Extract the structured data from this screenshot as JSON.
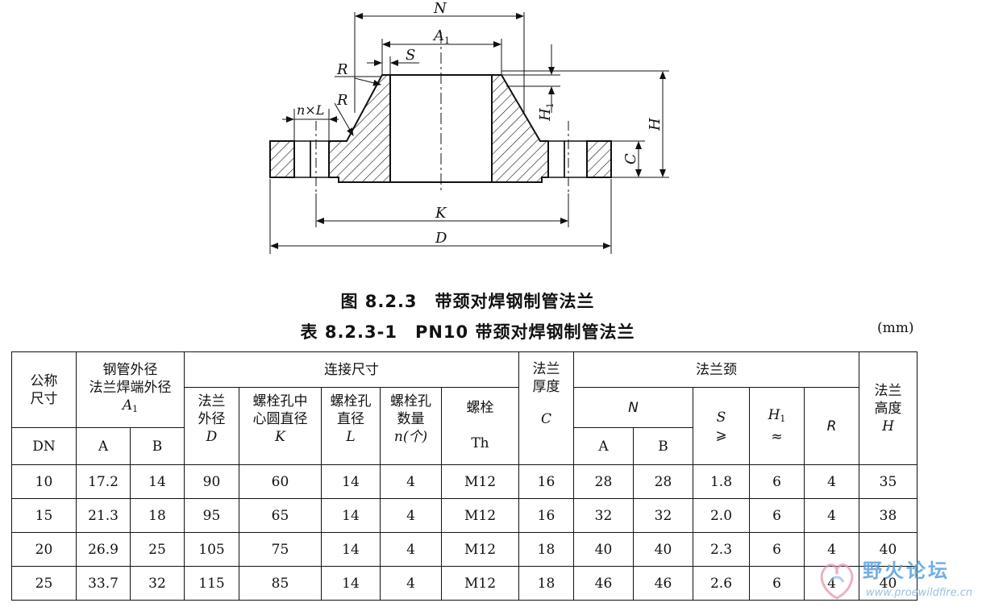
{
  "figure": {
    "caption": "图 8.2.3　带颈对焊钢制管法兰",
    "labels": {
      "N": "N",
      "A1_main": "A",
      "A1_sub": "1",
      "S": "S",
      "R_top": "R",
      "R_low": "R",
      "nxL": "n×L",
      "H1_main": "H",
      "H1_sub": "1",
      "H": "H",
      "C": "C",
      "K": "K",
      "D": "D"
    }
  },
  "table": {
    "caption": "表 8.2.3-1　PN10 带颈对焊钢制管法兰",
    "unit": "(mm)",
    "header": {
      "nominal": "公称\n尺寸",
      "dn": "DN",
      "pipe_od": "钢管外径\n法兰焊端外径",
      "pipe_od_sym": "A",
      "pipe_od_sub": "1",
      "pipe_a": "A",
      "pipe_b": "B",
      "connection": "连接尺寸",
      "flange_od": "法兰\n外径",
      "flange_od_sym": "D",
      "bolt_circle": "螺栓孔中\n心圆直径",
      "bolt_circle_sym": "K",
      "bolt_hole": "螺栓孔\n直径",
      "bolt_hole_sym": "L",
      "bolt_count": "螺栓孔\n数量",
      "bolt_count_sym": "n(个)",
      "bolt": "螺栓",
      "bolt_sym": "Th",
      "thickness": "法兰\n厚度",
      "thickness_sym": "C",
      "neck": "法兰颈",
      "neck_n": "N",
      "neck_a": "A",
      "neck_b": "B",
      "neck_s": "S",
      "neck_s_op": "⩾",
      "neck_h1": "H",
      "neck_h1_sub": "1",
      "neck_h1_op": "≈",
      "neck_r": "R",
      "height": "法兰\n高度",
      "height_sym": "H"
    },
    "rows": [
      [
        "10",
        "17.2",
        "14",
        "90",
        "60",
        "14",
        "4",
        "M12",
        "16",
        "28",
        "28",
        "1.8",
        "6",
        "4",
        "35"
      ],
      [
        "15",
        "21.3",
        "18",
        "95",
        "65",
        "14",
        "4",
        "M12",
        "16",
        "32",
        "32",
        "2.0",
        "6",
        "4",
        "38"
      ],
      [
        "20",
        "26.9",
        "25",
        "105",
        "75",
        "14",
        "4",
        "M12",
        "18",
        "40",
        "40",
        "2.3",
        "6",
        "4",
        "40"
      ],
      [
        "25",
        "33.7",
        "32",
        "115",
        "85",
        "14",
        "4",
        "M12",
        "18",
        "46",
        "46",
        "2.6",
        "6",
        "4",
        "40"
      ]
    ]
  },
  "watermark": {
    "text": "野火论坛",
    "url": "www.proewildfire.cn"
  },
  "colors": {
    "ink": "#111111",
    "watermark": "#5aa0e0"
  }
}
